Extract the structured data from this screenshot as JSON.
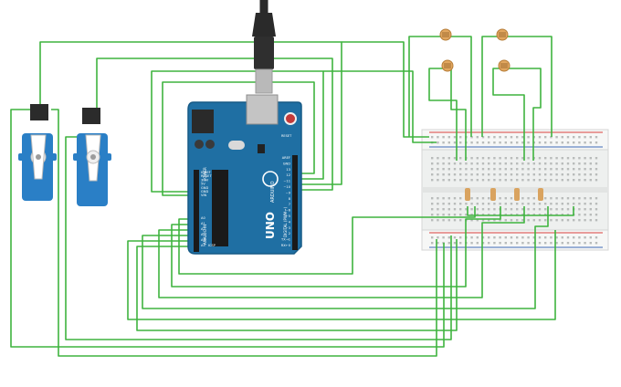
{
  "canvas": {
    "background": "#ffffff"
  },
  "colors": {
    "wire": "#3fb43f",
    "board": "#1f6fa3",
    "board_edge": "#175a86",
    "breadboard": "#eef0ef",
    "servo": "#2a7fc6",
    "servo_head": "#2b2b2b",
    "usb_cable": "#2a2a2a",
    "usb_plug": "#b9b9b9",
    "resistor": "#d9a35f",
    "ldr": "#e2a760",
    "rail_red": "#d9413e",
    "rail_blue": "#3f68b7"
  },
  "arduino": {
    "brand": "UNO",
    "model_text": "ARDUINO",
    "icsp": "ICSP",
    "reset": "RESET",
    "header_left_labels": [
      "IOREF",
      "RESET",
      "3.3V",
      "5V",
      "GND",
      "GND",
      "VIN"
    ],
    "analog_labels": [
      "A0",
      "A1",
      "A2",
      "A3",
      "A4",
      "A5"
    ],
    "analog_title": "ANALOG IN",
    "power_title": "POWER",
    "digital_title": "DIGITAL (PWM~)",
    "digital_labels": [
      "AREF",
      "GND",
      "13",
      "12",
      "~11",
      "~10",
      "~9",
      "8",
      "7",
      "~6",
      "~5",
      "4",
      "~3",
      "2",
      "TX→1",
      "RX←0"
    ]
  },
  "components": {
    "servos": [
      "servo-1",
      "servo-2"
    ],
    "photoresistors": 4,
    "resistors": 4
  }
}
